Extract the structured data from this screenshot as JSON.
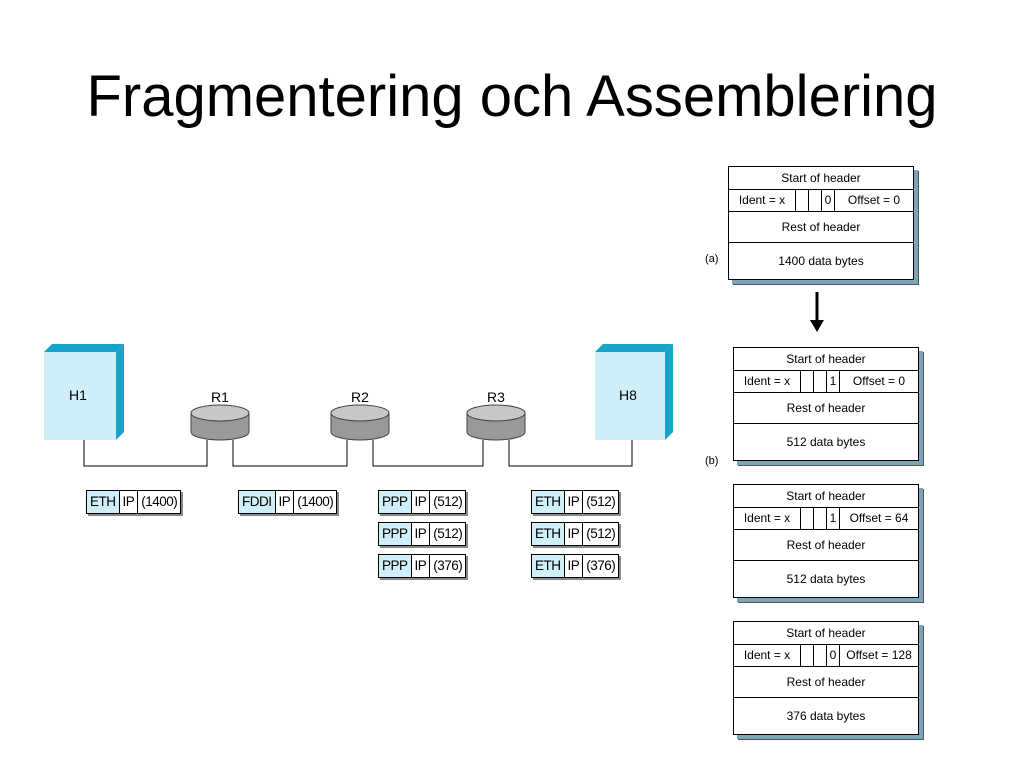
{
  "title": "Fragmentering och Assemblering",
  "nodes": {
    "h1": "H1",
    "h8": "H8",
    "r1": "R1",
    "r2": "R2",
    "r3": "R3"
  },
  "packets": [
    [
      {
        "proto": "ETH",
        "ip": "IP",
        "size": "(1400)"
      }
    ],
    [
      {
        "proto": "FDDI",
        "ip": "IP",
        "size": "(1400)"
      }
    ],
    [
      {
        "proto": "PPP",
        "ip": "IP",
        "size": "(512)"
      },
      {
        "proto": "PPP",
        "ip": "IP",
        "size": "(512)"
      },
      {
        "proto": "PPP",
        "ip": "IP",
        "size": "(376)"
      }
    ],
    [
      {
        "proto": "ETH",
        "ip": "IP",
        "size": "(512)"
      },
      {
        "proto": "ETH",
        "ip": "IP",
        "size": "(512)"
      },
      {
        "proto": "ETH",
        "ip": "IP",
        "size": "(376)"
      }
    ]
  ],
  "headers": [
    {
      "tag": "(a)",
      "start": "Start of header",
      "ident": "Ident = x",
      "flag": "0",
      "offset": "Offset = 0",
      "rest": "Rest of header",
      "data": "1400 data bytes"
    },
    {
      "tag": "(b)",
      "start": "Start of header",
      "ident": "Ident = x",
      "flag": "1",
      "offset": "Offset = 0",
      "rest": "Rest of header",
      "data": "512 data bytes"
    },
    {
      "tag": "",
      "start": "Start of header",
      "ident": "Ident = x",
      "flag": "1",
      "offset": "Offset = 64",
      "rest": "Rest of header",
      "data": "512 data bytes"
    },
    {
      "tag": "",
      "start": "Start of header",
      "ident": "Ident = x",
      "flag": "0",
      "offset": "Offset = 128",
      "rest": "Rest of header",
      "data": "376 data bytes"
    }
  ],
  "colors": {
    "host_face": "#cfeef8",
    "host_side": "#1aa3c8",
    "router_body": "#999999",
    "router_top": "#c8c8c8",
    "proto_fill": "#cfeef8"
  }
}
